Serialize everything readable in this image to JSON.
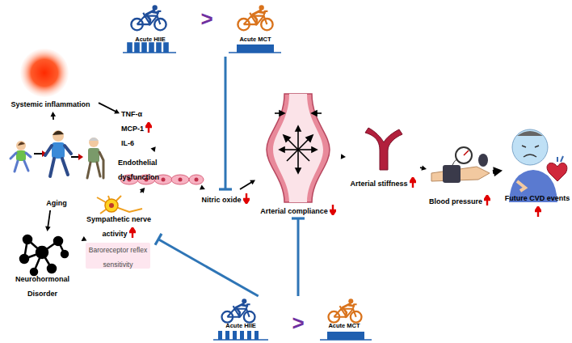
{
  "diagram": {
    "nodes": [
      {
        "text": [
          "Acute HIIE",
          ">",
          "Acute MCT"
        ]
      },
      {
        "text": [
          "Systemic inflammation"
        ]
      },
      {
        "text": [
          "TNF-α",
          "MCP-1",
          "IL-6"
        ]
      },
      {
        "text": [
          "Aging"
        ]
      },
      {
        "text": [
          "Endothelial dysfunction"
        ]
      },
      {
        "text": [
          "Nitric oxide"
        ]
      },
      {
        "text": [
          "Sympathetic nerve activity"
        ]
      },
      {
        "text": [
          "Baroreceptor reflex sensitivity"
        ]
      },
      {
        "text": [
          "Neurohormonal Disorder"
        ]
      },
      {
        "text": [
          "Arterial compliance"
        ]
      },
      {
        "text": [
          "Arterial stiffness"
        ]
      },
      {
        "text": [
          "Blood pressure"
        ]
      },
      {
        "text": [
          "Future CVD events"
        ]
      },
      {
        "text": [
          "Acute HIIE",
          ">",
          "Acute MCT"
        ]
      }
    ],
    "edges": [
      {
        "from": 3,
        "to": 1,
        "arrow": "to"
      },
      {
        "from": 1,
        "to": 2,
        "arrow": "to"
      },
      {
        "from": 2,
        "to": 4,
        "arrow": "to"
      },
      {
        "from": 3,
        "to": 8,
        "arrow": "to"
      },
      {
        "from": 8,
        "to": 6,
        "arrow": "to"
      },
      {
        "from": 6,
        "to": 4,
        "arrow": "to"
      },
      {
        "from": 4,
        "to": 5,
        "arrow": "to"
      },
      {
        "from": 5,
        "to": 9,
        "arrow": "to"
      },
      {
        "from": 9,
        "to": 10,
        "arrow": "to"
      },
      {
        "from": 10,
        "to": 11,
        "arrow": "to"
      },
      {
        "from": 11,
        "to": 12,
        "arrow": "to"
      },
      {
        "from": 0,
        "to": 5,
        "arrow": "to"
      },
      {
        "from": 13,
        "to": 6,
        "arrow": "to"
      },
      {
        "from": 13,
        "to": 9,
        "arrow": "to"
      }
    ]
  }
}
